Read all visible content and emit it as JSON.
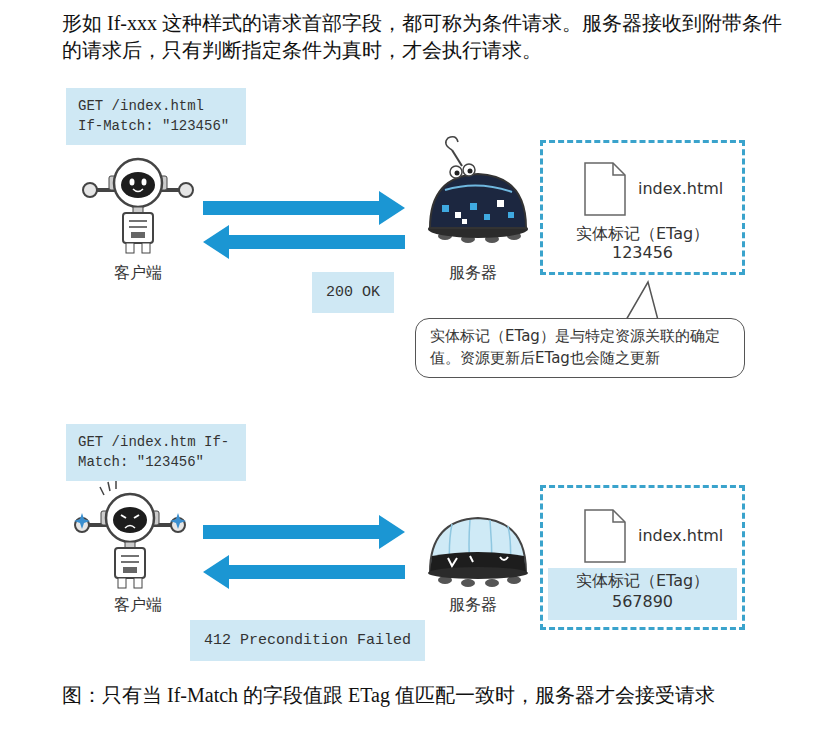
{
  "diagram": {
    "title": "形如 If-xxx 这种样式的请求首部字段，都可称为条件请求。服务器接收到附带条件的请求后，只有判断指定条件为真时，才会执行请求。",
    "caption": "图：只有当 If-Match 的字段值跟 ETag 值匹配一致时，服务器才会接受请求",
    "nodes": [
      {
        "text": [
          "GET /index.html If-Match: \"123456\""
        ]
      },
      {
        "text": [
          "客户端"
        ]
      },
      {
        "text": [
          "服务器"
        ]
      },
      {
        "text": [
          "index.html",
          "实体标记（ETag）",
          "123456"
        ]
      },
      {
        "text": [
          "实体标记（ETag）是与特定资源关联的确定值。资源更新后ETag也会随之更新"
        ]
      },
      {
        "text": [
          "GET /index.htm If-Match: \"123456\""
        ]
      },
      {
        "text": [
          "客户端"
        ]
      },
      {
        "text": [
          "服务器"
        ]
      },
      {
        "text": [
          "index.html"
        ]
      },
      {
        "text": [
          "实体标记（ETag）",
          "567890"
        ],
        "in": 8
      }
    ],
    "edges": [
      {
        "from": 1,
        "to": 2,
        "arrow": "to"
      },
      {
        "from": 2,
        "to": 1,
        "arrow": "to",
        "label": "200 OK"
      },
      {
        "from": 6,
        "to": 7,
        "arrow": "to"
      },
      {
        "from": 7,
        "to": 6,
        "arrow": "to",
        "label": "412 Precondition Failed"
      }
    ]
  }
}
